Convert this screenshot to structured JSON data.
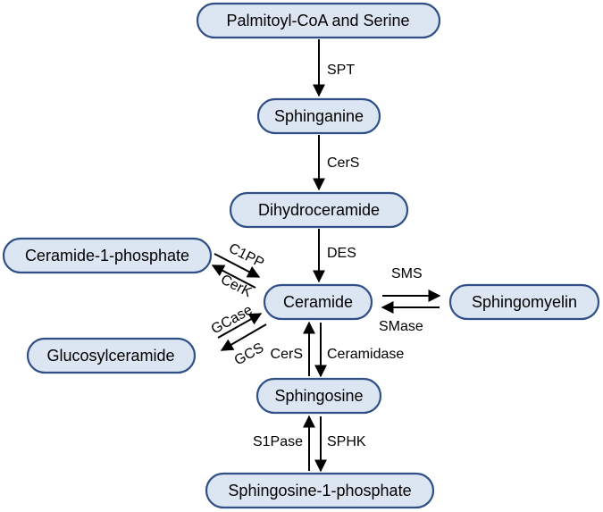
{
  "nodes": {
    "palmitoyl": "Palmitoyl-CoA and Serine",
    "sphinganine": "Sphinganine",
    "dihydroceramide": "Dihydroceramide",
    "ceramide": "Ceramide",
    "c1p": "Ceramide-1-phosphate",
    "sphingomyelin": "Sphingomyelin",
    "glucosylceramide": "Glucosylceramide",
    "sphingosine": "Sphingosine",
    "s1p": "Sphingosine-1-phosphate"
  },
  "enzymes": {
    "spt": "SPT",
    "cers1": "CerS",
    "des": "DES",
    "c1pp": "C1PP",
    "cerk": "CerK",
    "sms": "SMS",
    "smase": "SMase",
    "gcase": "GCase",
    "gcs": "GCS",
    "cers2": "CerS",
    "ceramidase": "Ceramidase",
    "s1pase": "S1Pase",
    "sphk": "SPHK"
  },
  "colors": {
    "node_fill": "#dce6f2",
    "node_border": "#2f4f86"
  }
}
